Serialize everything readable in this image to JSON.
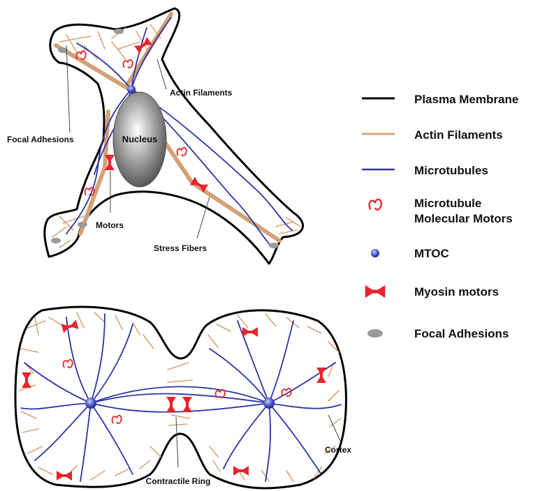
{
  "figure": {
    "top_cell_labels": {
      "nucleus": "Nucleus",
      "actin_filaments": "Actin Filaments",
      "focal_adhesions": "Focal Adhesions",
      "motors": "Motors",
      "stress_fibers": "Stress Fibers"
    },
    "bottom_cell_labels": {
      "contractile_ring": "Contractile Ring",
      "cortex": "Cortex"
    }
  },
  "legend": {
    "items": [
      {
        "lines": [
          "Plasma Membrane"
        ],
        "symbol": "black-line"
      },
      {
        "lines": [
          "Actin Filaments"
        ],
        "symbol": "tan-line"
      },
      {
        "lines": [
          "Microtubules"
        ],
        "symbol": "blue-line"
      },
      {
        "lines": [
          "Microtubule",
          "Molecular Motors"
        ],
        "symbol": "red-loop-icon"
      },
      {
        "lines": [
          "MTOC"
        ],
        "symbol": "blue-sphere-icon"
      },
      {
        "lines": [
          "Myosin motors"
        ],
        "symbol": "red-bowtie-icon"
      },
      {
        "lines": [
          "Focal Adhesions"
        ],
        "symbol": "gray-blob-icon"
      }
    ]
  },
  "colors": {
    "membrane": "#000000",
    "actin": "#d7a47a",
    "microtubule": "#2b35a6",
    "motor": "#e8242c",
    "focal_adhesion": "#9a9a9a"
  }
}
